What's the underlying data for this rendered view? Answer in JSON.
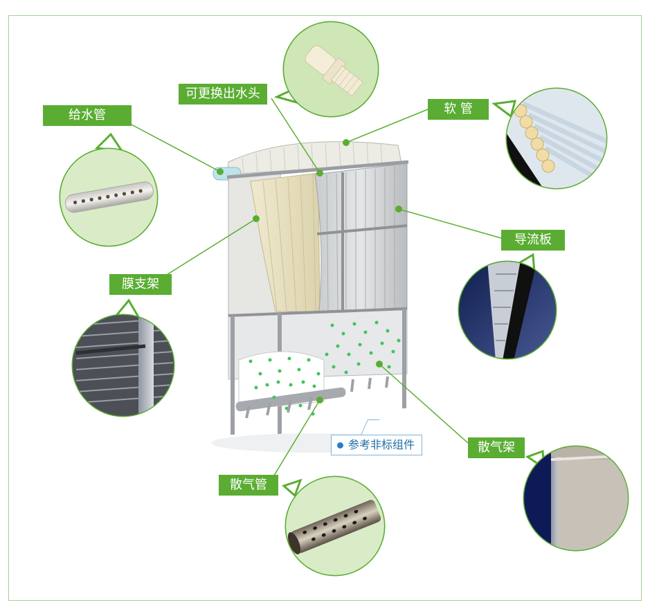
{
  "labels": {
    "outlet": "可更换出水头",
    "hose": "软 管",
    "feed_pipe": "给水管",
    "guide_plate": "导流板",
    "membrane_frame": "膜支架",
    "aeration_frame": "散气架",
    "aeration_pipe": "散气管"
  },
  "note": "参考非标组件",
  "colors": {
    "label_green": "#5aad32",
    "frame_border": "#a8d08d",
    "note_blue": "#1f6ea8"
  }
}
